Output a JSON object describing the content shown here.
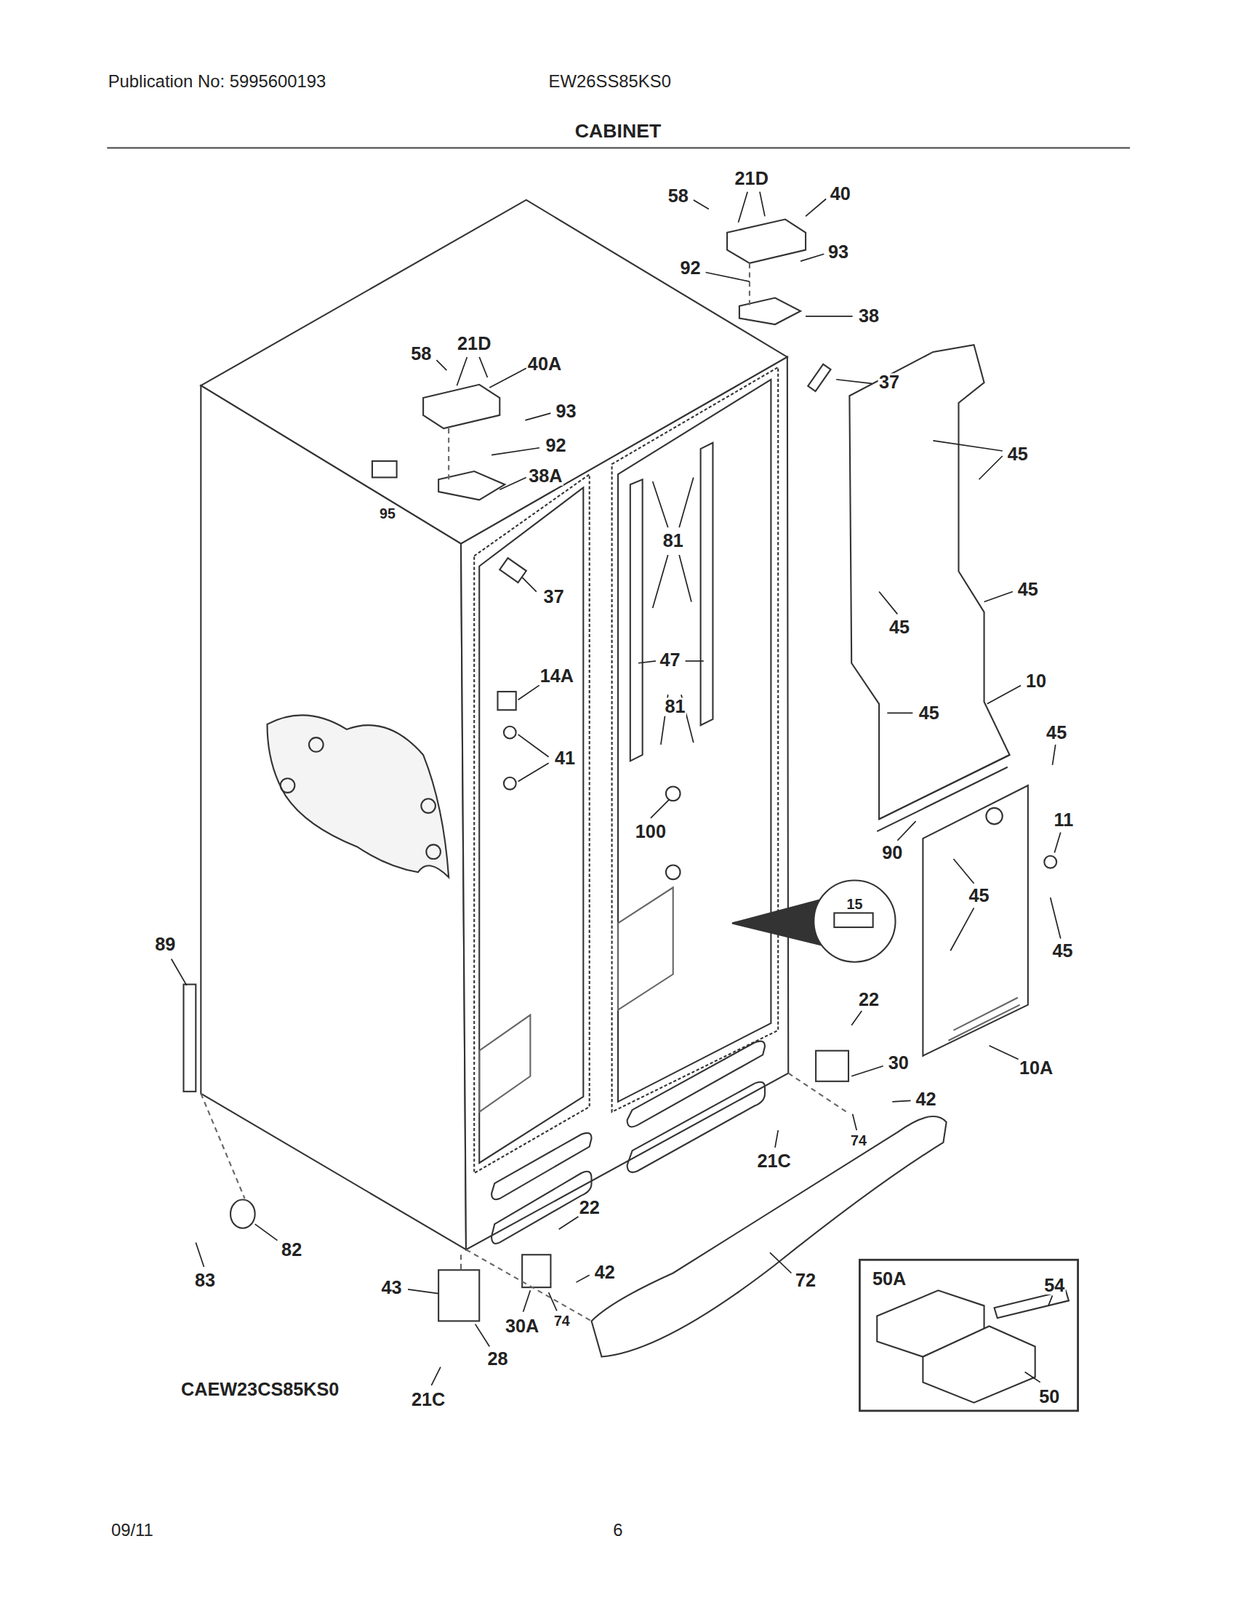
{
  "diagram": {
    "title": "CABINET",
    "nodes": [
      {
        "text": [
          "50A",
          "54",
          "50"
        ]
      }
    ],
    "labels": [
      "Publication No: 5995600193",
      "EW26SS85KS0",
      "58",
      "21D",
      "40",
      "93",
      "92",
      "38",
      "37",
      "58",
      "21D",
      "40A",
      "93",
      "92",
      "45",
      "38A",
      "95",
      "81",
      "45",
      "37",
      "45",
      "47",
      "14A",
      "10",
      "81",
      "45",
      "45",
      "41",
      "11",
      "100",
      "90",
      "45",
      "15",
      "89",
      "45",
      "22",
      "30",
      "10A",
      "42",
      "74",
      "21C",
      "22",
      "82",
      "42",
      "72",
      "83",
      "43",
      "74",
      "30A",
      "28",
      "CAEW23CS85KS0",
      "21C",
      "09/11",
      "6"
    ]
  }
}
